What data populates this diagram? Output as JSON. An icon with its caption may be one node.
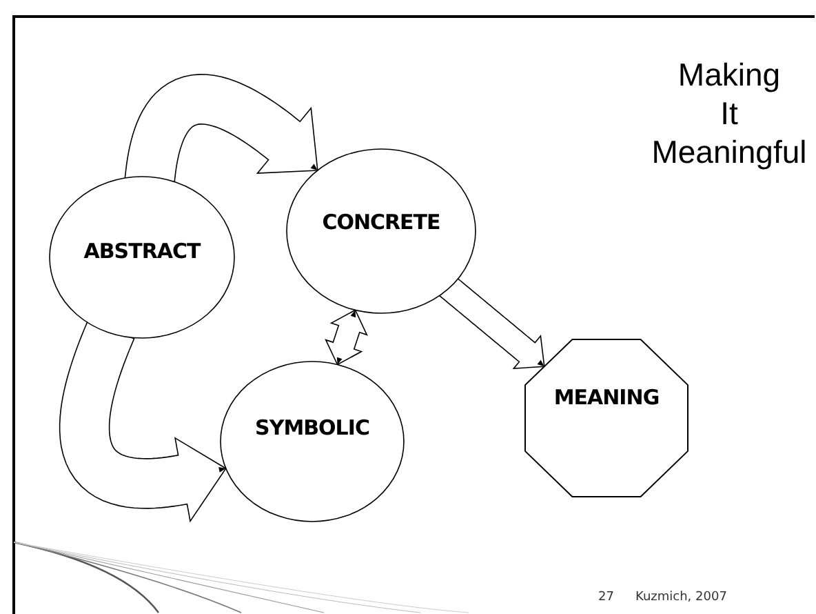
{
  "diagram": {
    "title": "Making It Meaningful",
    "nodes": [
      {
        "text": [
          "ABSTRACT"
        ]
      },
      {
        "text": [
          "CONCRETE"
        ]
      },
      {
        "text": [
          "SYMBOLIC"
        ]
      },
      {
        "text": [
          "MEANING"
        ]
      }
    ],
    "edges": [
      {
        "from": 0,
        "to": 1,
        "arrow": "to"
      },
      {
        "from": 0,
        "to": 2,
        "arrow": "to"
      },
      {
        "from": 1,
        "to": 2,
        "arrow": "both"
      },
      {
        "from": 1,
        "to": 3,
        "arrow": "to"
      }
    ],
    "labels": [
      "27",
      "Kuzmich, 2007"
    ]
  }
}
